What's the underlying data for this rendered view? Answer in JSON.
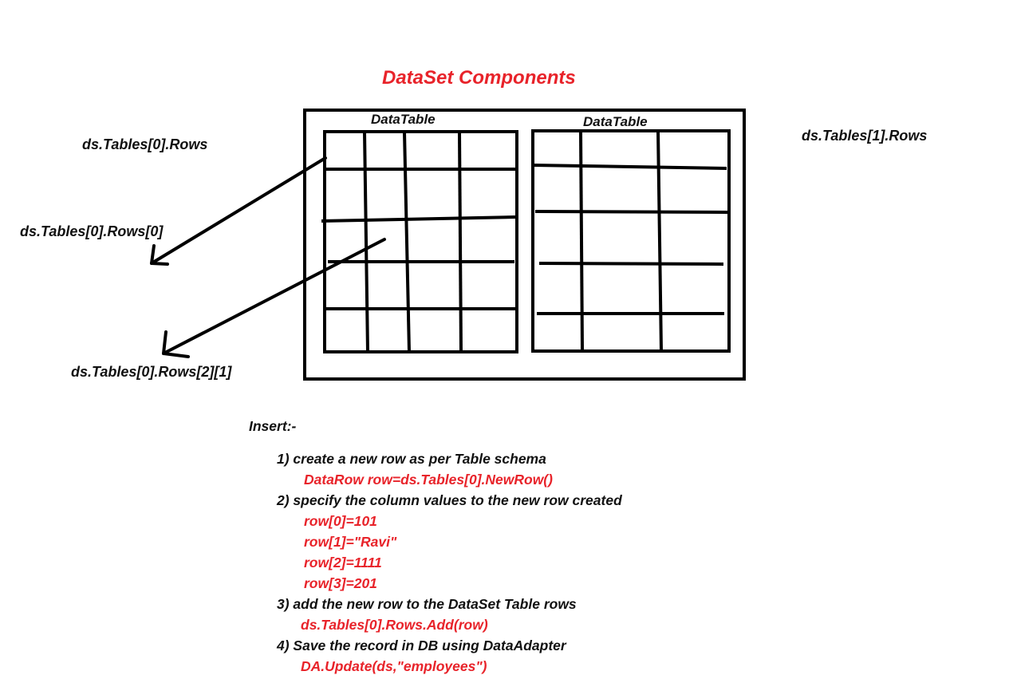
{
  "title": "DataSet Components",
  "diagram": {
    "table_left_label": "DataTable",
    "table_right_label": "DataTable",
    "label_tables0_rows": "ds.Tables[0].Rows",
    "label_tables0_rows0": "ds.Tables[0].Rows[0]",
    "label_tables0_rows2_1": "ds.Tables[0].Rows[2][1]",
    "label_tables1_rows": "ds.Tables[1].Rows"
  },
  "insert": {
    "heading": "Insert:-",
    "steps": [
      {
        "text": "1) create a new row as per Table schema",
        "code": [
          "DataRow row=ds.Tables[0].NewRow()"
        ]
      },
      {
        "text": "2) specify the column values to the new row created",
        "code": [
          "row[0]=101",
          "row[1]=\"Ravi\"",
          "row[2]=1111",
          "row[3]=201"
        ]
      },
      {
        "text": "3) add the new row to the DataSet Table rows",
        "code": [
          "ds.Tables[0].Rows.Add(row)"
        ]
      },
      {
        "text": "4) Save the record in DB using DataAdapter",
        "code": [
          "DA.Update(ds,\"employees\")"
        ]
      }
    ]
  },
  "colors": {
    "accent": "#e8232a",
    "ink": "#111111"
  }
}
